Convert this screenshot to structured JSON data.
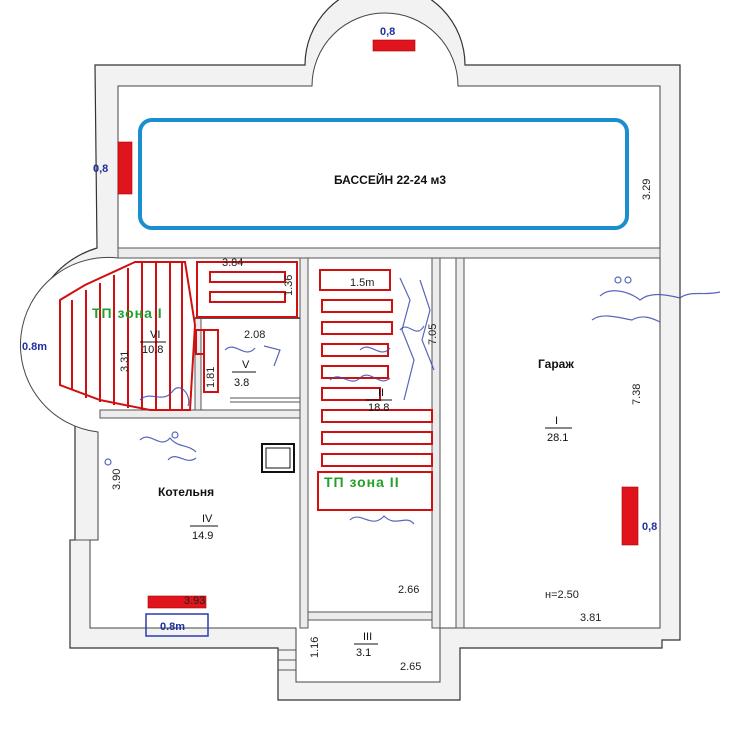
{
  "pool": {
    "label": "БАССЕЙН 22-24 м3",
    "dim": "3.29",
    "window": "0,8"
  },
  "rooms": {
    "garage": {
      "name": "Гараж",
      "num": "I",
      "area": "28.1",
      "dim_v": "7.38",
      "dim_h": "3.81",
      "window": "0,8",
      "note": "н=2.50"
    },
    "hall": {
      "num": "II",
      "area": "18.8",
      "dim_v": "7.05",
      "dim_h": "2.66",
      "rad_label": "1.5m"
    },
    "wc": {
      "num": "III",
      "area": "3.1",
      "dim_v": "1.16",
      "dim_h": "2.65"
    },
    "boiler": {
      "name": "Котельня",
      "num": "IV",
      "area": "14.9",
      "dim_v": "3.90",
      "dim_h": "3.93",
      "window": "0.8m"
    },
    "bath": {
      "num": "V",
      "area": "3.8",
      "dim_h": "2.08",
      "dim_v": "1.81"
    },
    "sauna": {
      "num": "VI",
      "area": "10.8",
      "dim_v": "3.31",
      "window": "0.8m"
    },
    "corr": {
      "dim_h": "3.84",
      "dim_v": "1.36"
    }
  },
  "zones": {
    "zone1": "ТП зона I",
    "zone2": "ТП зона II"
  },
  "colors": {
    "heating": "#d01010",
    "pool": "#1a8fd0",
    "zone_text": "#23a02b",
    "window_text": "#1e2f9e"
  }
}
